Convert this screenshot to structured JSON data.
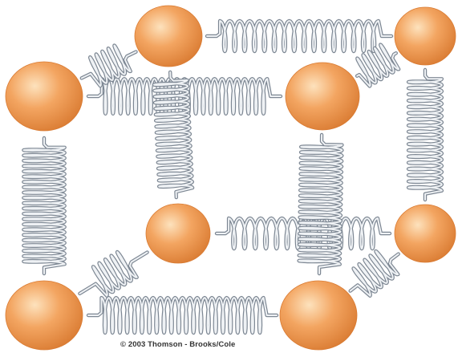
{
  "figure": {
    "description_kind": "lattice-spring-model",
    "copyright": "© 2003 Thomson - Brooks/Cole",
    "colors": {
      "atom_light": "#fde2bd",
      "atom_mid": "#f3a561",
      "atom_dark": "#d97a31",
      "spring_stroke": "#7d8793",
      "spring_highlight": "#eef1f4",
      "background": "#ffffff"
    },
    "atom_count": 8,
    "spring_count": 12
  }
}
